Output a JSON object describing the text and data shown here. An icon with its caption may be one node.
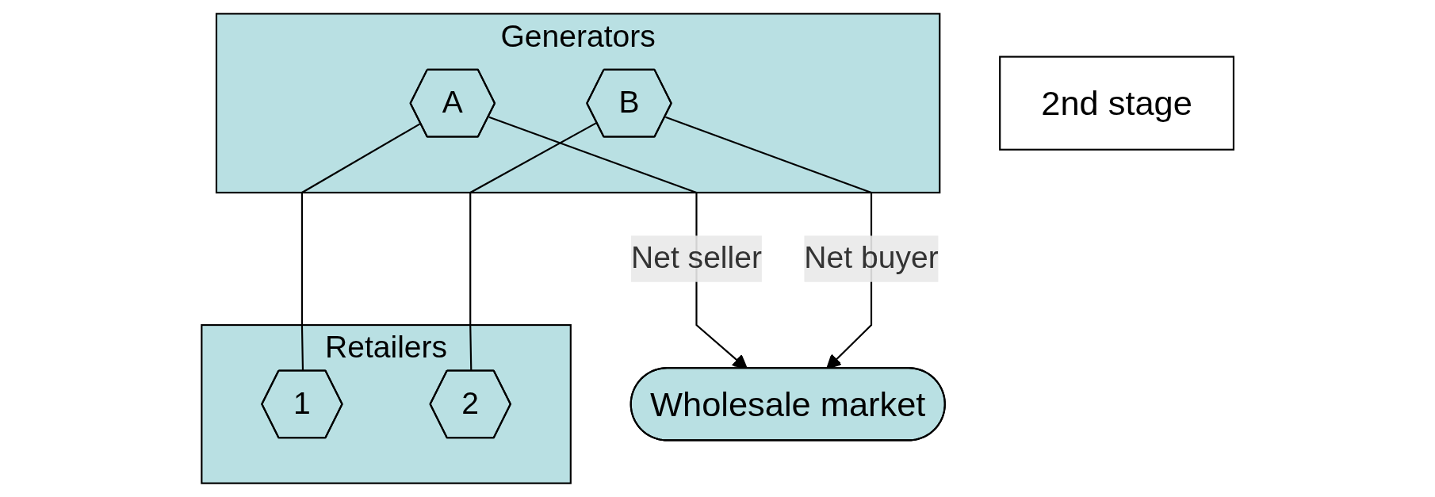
{
  "diagram": {
    "nodes": [
      {
        "text": [
          "Generators"
        ]
      },
      {
        "text": [
          "A"
        ],
        "in": 0
      },
      {
        "text": [
          "B"
        ],
        "in": 0
      },
      {
        "text": [
          "Wholesale market"
        ]
      },
      {
        "text": [
          "Retailers"
        ]
      },
      {
        "text": [
          "1"
        ],
        "in": 4
      },
      {
        "text": [
          "2"
        ],
        "in": 4
      },
      {
        "text": [
          "2nd stage"
        ]
      }
    ],
    "edges": [
      {
        "from": 1,
        "to": 3,
        "arrow": "to",
        "label": "Net seller"
      },
      {
        "from": 2,
        "to": 3,
        "arrow": "to",
        "label": "Net buyer"
      },
      {
        "from": 1,
        "to": 5,
        "arrow": "none"
      },
      {
        "from": 2,
        "to": 6,
        "arrow": "none"
      }
    ]
  }
}
